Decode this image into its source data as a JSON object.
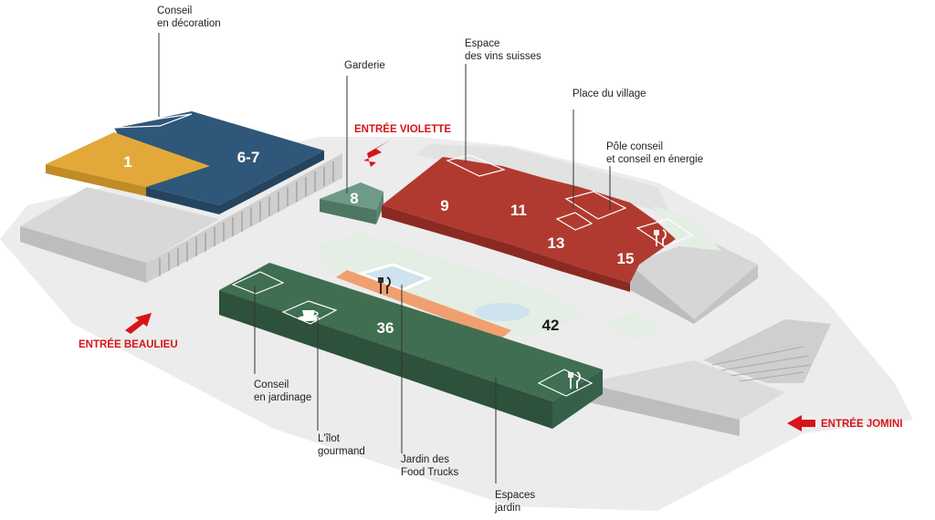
{
  "halls": {
    "hall_1": "1",
    "hall_6_7": "6-7",
    "hall_8": "8",
    "hall_9": "9",
    "hall_11": "11",
    "hall_13": "13",
    "hall_15": "15",
    "hall_36": "36",
    "hall_42": "42"
  },
  "labels": {
    "conseil_decoration": [
      "Conseil",
      "en décoration"
    ],
    "garderie": [
      "Garderie"
    ],
    "espace_vins": [
      "Espace",
      "des vins suisses"
    ],
    "place_village": [
      "Place du village"
    ],
    "pole_conseil": [
      "Pôle conseil",
      "et conseil en énergie"
    ],
    "conseil_jardinage": [
      "Conseil",
      "en jardinage"
    ],
    "ilot_gourmand": [
      "L'îlot",
      "gourmand"
    ],
    "jardin_food_trucks": [
      "Jardin des",
      "Food Trucks"
    ],
    "espaces_jardin": [
      "Espaces",
      "jardin"
    ]
  },
  "entrances": {
    "violette": "ENTRÉE VIOLETTE",
    "beaulieu": "ENTRÉE BEAULIEU",
    "jomini": "ENTRÉE JOMINI"
  },
  "icons": [
    "coffee-cup-icon",
    "fork-knife-icon"
  ],
  "colors": {
    "hall_blue": "#2f5779",
    "hall_yellow": "#e2a93a",
    "hall_teal": "#6e9b87",
    "hall_red": "#b13a30",
    "hall_green": "#3f6e51",
    "food_trucks_orange": "#f0a070",
    "entrance_red": "#d7141a",
    "ground_grey": "#e9e9e9"
  }
}
